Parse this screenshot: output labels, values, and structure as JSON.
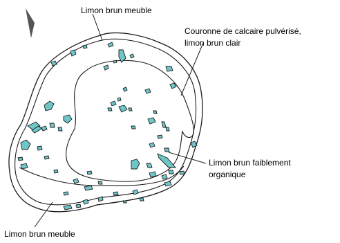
{
  "colors": {
    "outline": "#1a1a1a",
    "inclusion_fill": "#6ec6c9",
    "background": "#ffffff"
  },
  "icons": {
    "north_arrow": "north-arrow-icon"
  },
  "labels": {
    "top": "Limon brun meuble",
    "crown_line1": "Couronne de calcaire pulvérisé,",
    "crown_line2": "limon brun clair",
    "center_line1": "Limon brun faiblement",
    "center_line2": "organique",
    "bottom": "Limon brun meuble"
  }
}
